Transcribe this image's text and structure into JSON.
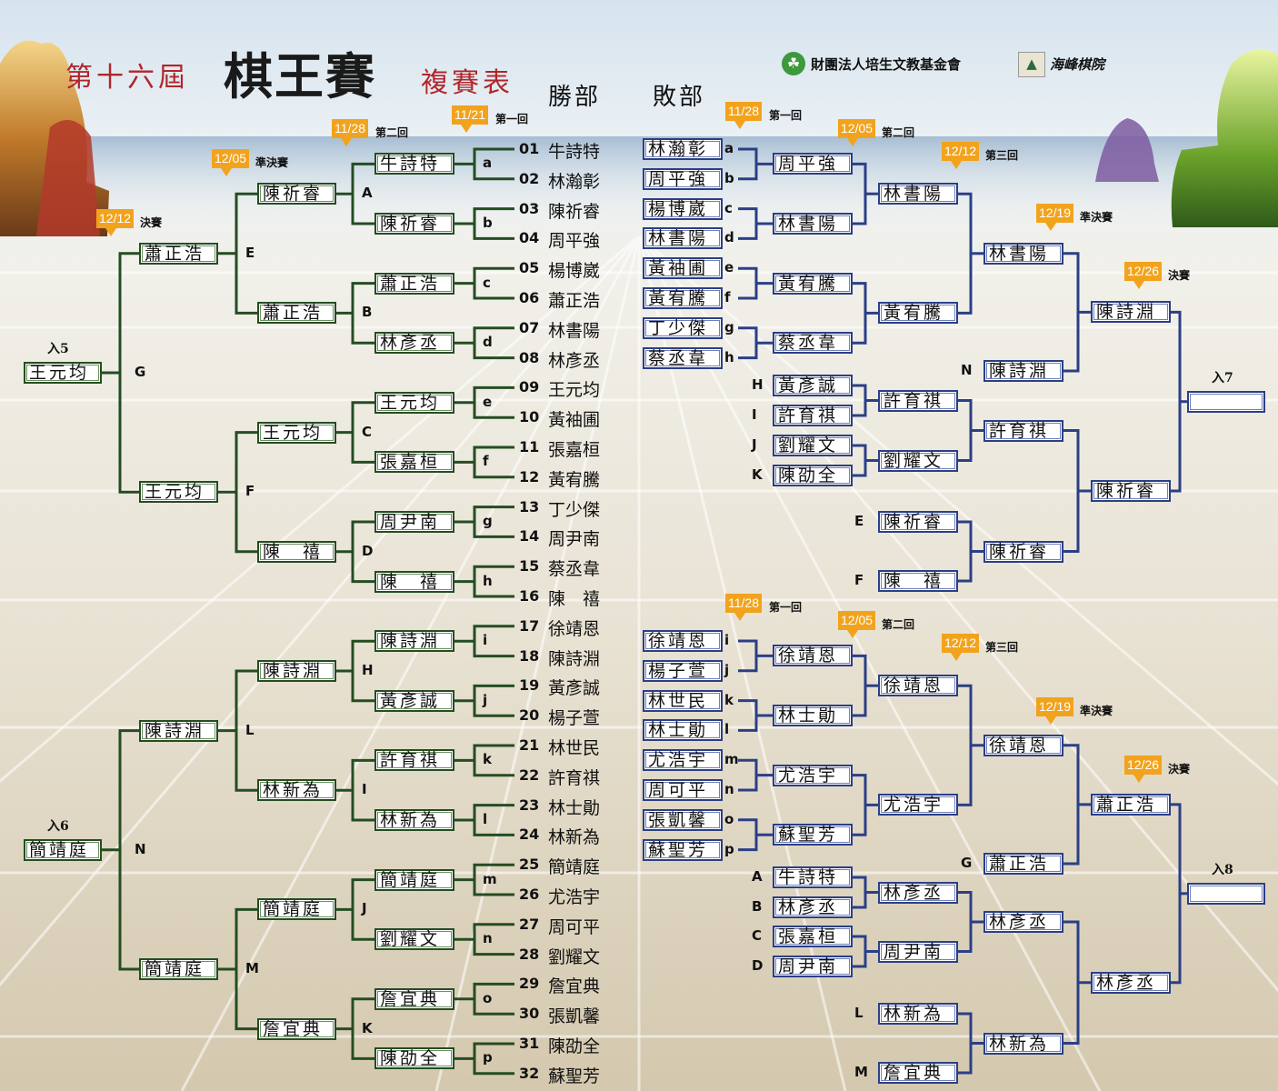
{
  "header": {
    "title_left": "第十六屆",
    "title_main": "棋王賽",
    "title_right": "複賽表",
    "winners_label": "勝部",
    "losers_label": "敗部",
    "org1": "財團法人培生文教基金會",
    "org2": "海峰棋院"
  },
  "round_labels": {
    "r1": "第一回",
    "r2": "第二回",
    "r3": "第三回",
    "semi": "準決賽",
    "final": "決賽"
  },
  "dates": {
    "d1121": "11/21",
    "d1128": "11/28",
    "d1205": "12/05",
    "d1212": "12/12",
    "d1219": "12/19",
    "d1226": "12/26"
  },
  "entries": {
    "e5": "入5",
    "e6": "入6",
    "e7": "入7",
    "e8": "入8"
  },
  "players": [
    {
      "num": "01",
      "name": "牛詩特"
    },
    {
      "num": "02",
      "name": "林瀚彰"
    },
    {
      "num": "03",
      "name": "陳祈睿"
    },
    {
      "num": "04",
      "name": "周平強"
    },
    {
      "num": "05",
      "name": "楊博崴"
    },
    {
      "num": "06",
      "name": "蕭正浩"
    },
    {
      "num": "07",
      "name": "林書陽"
    },
    {
      "num": "08",
      "name": "林彥丞"
    },
    {
      "num": "09",
      "name": "王元均"
    },
    {
      "num": "10",
      "name": "黃袖圃"
    },
    {
      "num": "11",
      "name": "張嘉桓"
    },
    {
      "num": "12",
      "name": "黃宥騰"
    },
    {
      "num": "13",
      "name": "丁少傑"
    },
    {
      "num": "14",
      "name": "周尹南"
    },
    {
      "num": "15",
      "name": "蔡丞韋"
    },
    {
      "num": "16",
      "name": "陳　禧"
    },
    {
      "num": "17",
      "name": "徐靖恩"
    },
    {
      "num": "18",
      "name": "陳詩淵"
    },
    {
      "num": "19",
      "name": "黃彥誠"
    },
    {
      "num": "20",
      "name": "楊子萱"
    },
    {
      "num": "21",
      "name": "林世民"
    },
    {
      "num": "22",
      "name": "許育祺"
    },
    {
      "num": "23",
      "name": "林士勛"
    },
    {
      "num": "24",
      "name": "林新為"
    },
    {
      "num": "25",
      "name": "簡靖庭"
    },
    {
      "num": "26",
      "name": "尤浩宇"
    },
    {
      "num": "27",
      "name": "周可平"
    },
    {
      "num": "28",
      "name": "劉耀文"
    },
    {
      "num": "29",
      "name": "詹宜典"
    },
    {
      "num": "30",
      "name": "張凱馨"
    },
    {
      "num": "31",
      "name": "陳劭全"
    },
    {
      "num": "32",
      "name": "蘇聖芳"
    }
  ],
  "winners": {
    "r1_letters": [
      "a",
      "b",
      "c",
      "d",
      "e",
      "f",
      "g",
      "h",
      "i",
      "j",
      "k",
      "l",
      "m",
      "n",
      "o",
      "p"
    ],
    "r1_winners": [
      "牛詩特",
      "陳祈睿",
      "蕭正浩",
      "林彥丞",
      "王元均",
      "張嘉桓",
      "周尹南",
      "陳　禧",
      "陳詩淵",
      "黃彥誠",
      "許育祺",
      "林新為",
      "簡靖庭",
      "劉耀文",
      "詹宜典",
      "陳劭全"
    ],
    "r2_letters": [
      "A",
      "B",
      "C",
      "D",
      "H",
      "I",
      "J",
      "K"
    ],
    "r2_winners": [
      "陳祈睿",
      "蕭正浩",
      "王元均",
      "陳　禧",
      "陳詩淵",
      "林新為",
      "簡靖庭",
      "詹宜典"
    ],
    "r3_letters": [
      "E",
      "F",
      "L",
      "M"
    ],
    "r3_winners": [
      "蕭正浩",
      "王元均",
      "陳詩淵",
      "簡靖庭"
    ],
    "semi_letters": [
      "G",
      "N"
    ],
    "entry5": "王元均",
    "entry6": "簡靖庭"
  },
  "losers_top": {
    "r1_names": [
      "林瀚彰",
      "周平強",
      "楊博崴",
      "林書陽",
      "黃袖圃",
      "黃宥騰",
      "丁少傑",
      "蔡丞韋"
    ],
    "r1_letters": [
      "a",
      "b",
      "c",
      "d",
      "e",
      "f",
      "g",
      "h"
    ],
    "r1_winners": [
      "周平強",
      "林書陽",
      "黃宥騰",
      "蔡丞韋"
    ],
    "r2_winners": [
      "林書陽",
      "黃宥騰"
    ],
    "r3_winner": "林書陽",
    "n_name": "陳詩淵",
    "n_letter": "N",
    "hijk_letters": [
      "H",
      "I",
      "J",
      "K"
    ],
    "hijk_names": [
      "黃彥誠",
      "許育祺",
      "劉耀文",
      "陳劭全"
    ],
    "hijk_r2": [
      "許育祺",
      "劉耀文"
    ],
    "hijk_r3": "許育祺",
    "ef_letters": [
      "E",
      "F"
    ],
    "ef_names": [
      "陳祈睿",
      "陳　禧"
    ],
    "ef_r3": "陳祈睿",
    "semi1": "陳詩淵",
    "semi2": "陳祈睿"
  },
  "losers_bottom": {
    "r1_names": [
      "徐靖恩",
      "楊子萱",
      "林世民",
      "林士勛",
      "尤浩宇",
      "周可平",
      "張凱馨",
      "蘇聖芳"
    ],
    "r1_letters": [
      "i",
      "j",
      "k",
      "l",
      "m",
      "n",
      "o",
      "p"
    ],
    "r1_winners": [
      "徐靖恩",
      "林士勛",
      "尤浩宇",
      "蘇聖芳"
    ],
    "r2_winners": [
      "徐靖恩",
      "尤浩宇"
    ],
    "r3_winner": "徐靖恩",
    "g_name": "蕭正浩",
    "g_letter": "G",
    "abcd_letters": [
      "A",
      "B",
      "C",
      "D"
    ],
    "abcd_names": [
      "牛詩特",
      "林彥丞",
      "張嘉桓",
      "周尹南"
    ],
    "abcd_r2": [
      "林彥丞",
      "周尹南"
    ],
    "abcd_r3": "林彥丞",
    "lm_letters": [
      "L",
      "M"
    ],
    "lm_names": [
      "林新為",
      "詹宜典"
    ],
    "lm_r3": "林新為",
    "semi1": "蕭正浩",
    "semi2": "林彥丞"
  }
}
